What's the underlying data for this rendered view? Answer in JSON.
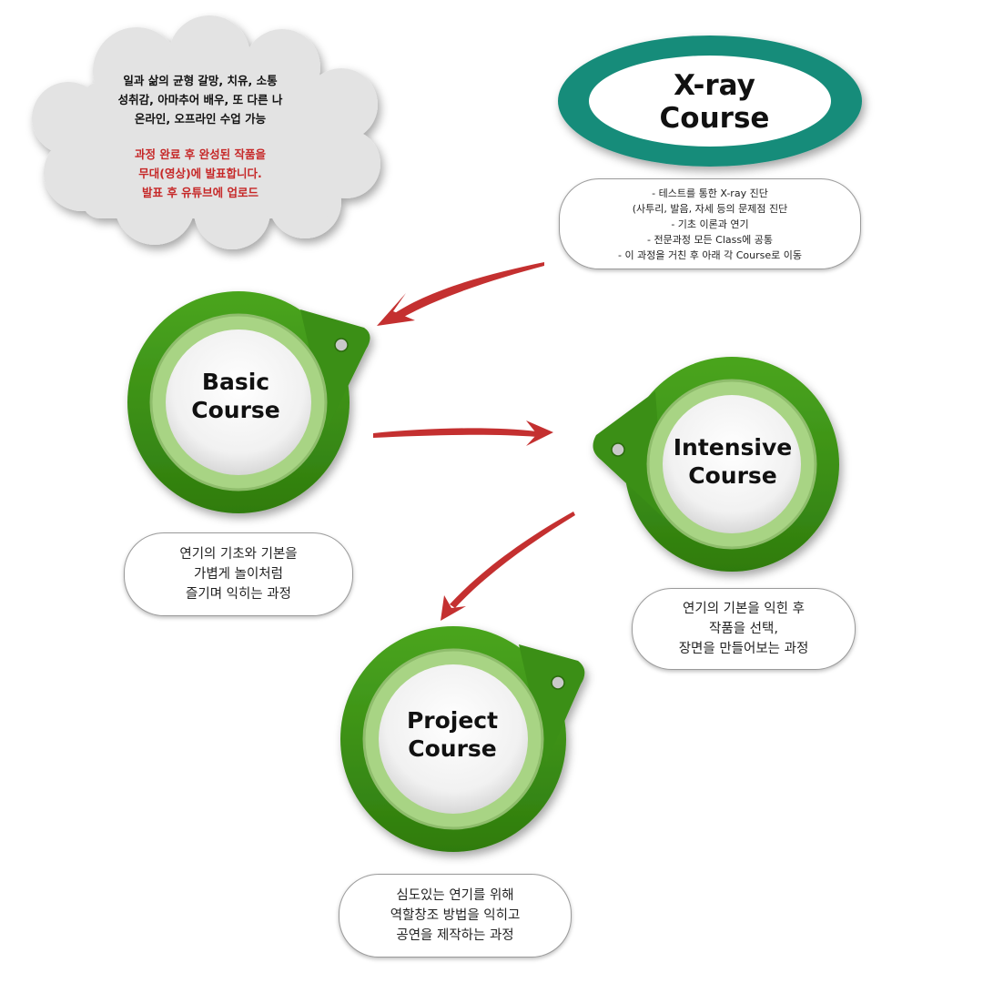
{
  "cloud_note": {
    "lines": [
      "일과 삶의 균형 갈망, 치유, 소통",
      "성취감, 아마추어 배우, 또 다른 나",
      "온라인, 오프라인 수업 가능"
    ],
    "highlight_lines": [
      "과정 완료 후 완성된 작품을",
      "무대(영상)에 발표합니다.",
      "발표 후 유튜브에 업로드"
    ]
  },
  "xray": {
    "title_lines": [
      "X-ray",
      "Course"
    ],
    "description_lines": [
      "- 테스트를 통한 X-ray 진단",
      "(사투리, 발음, 자세 등의 문제점 진단",
      "- 기초 이론과 연기",
      "- 전문과정 모든 Class에 공통",
      "- 이 과정을 거친 후 아래 각 Course로 이동"
    ]
  },
  "basic": {
    "title_lines": [
      "Basic",
      "Course"
    ],
    "description_lines": [
      "연기의 기초와 기본을",
      "가볍게 놀이처럼",
      "즐기며 익히는 과정"
    ]
  },
  "intensive": {
    "title_lines": [
      "Intensive",
      "Course"
    ],
    "description_lines": [
      "연기의 기본을 익힌 후",
      "작품을 선택,",
      "장면을 만들어보는 과정"
    ]
  },
  "project": {
    "title_lines": [
      "Project",
      "Course"
    ],
    "description_lines": [
      "심도있는 연기를 위해",
      "역할창조 방법을 익히고",
      "공연을 제작하는 과정"
    ]
  },
  "colors": {
    "teal_ring": "#178c7a",
    "badge_green": "#3a8f14",
    "inner_ring": "#a8d484",
    "cloud": "#e3e3e3",
    "arrow_red": "#c43030",
    "highlight_text": "#c62828"
  }
}
